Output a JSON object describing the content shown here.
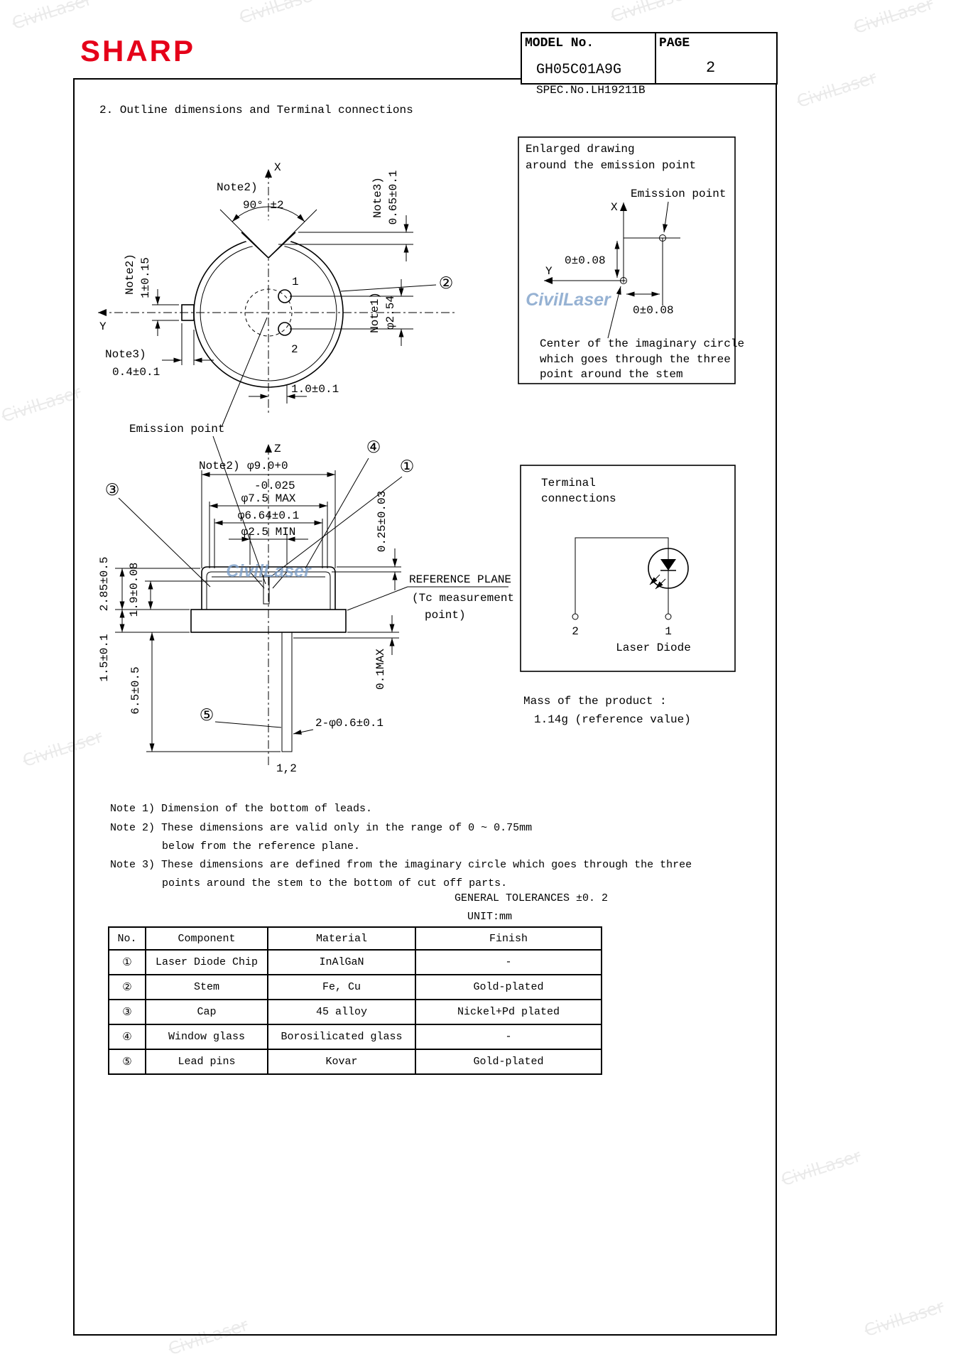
{
  "header": {
    "brand": "SHARP",
    "model_label": "MODEL No.",
    "model_value": "GH05C01A9G",
    "page_label": "PAGE",
    "page_value": "2",
    "spec": "SPEC.No.LH19211B"
  },
  "section_title": "2. Outline dimensions and Terminal connections",
  "watermark": "CivilLaser",
  "top_view": {
    "axis_x": "X",
    "axis_y": "Y",
    "angle_note": "Note2)",
    "angle": "90° ±2",
    "note3_right": "Note3)",
    "dim_top_offset": "0.65±0.1",
    "note1": "Note1)",
    "dim_pin_circle": "φ2.54",
    "note2_left": "Note2)",
    "dim_tab": "1±0.15",
    "note3_cut": "Note3)",
    "dim_cut": "0.4±0.1",
    "dim_notch": "1.0±0.1",
    "emission_label": "Emission point",
    "pin1": "1",
    "pin2": "2",
    "callout_stem": "②"
  },
  "enlarged": {
    "title1": "Enlarged drawing",
    "title2": "around the emission point",
    "emission_label": "Emission point",
    "axis_x": "X",
    "axis_y": "Y",
    "dim_v": "0±0.08",
    "dim_h": "0±0.08",
    "cap1": "Center of the imaginary circle",
    "cap2": "which goes through the three",
    "cap3": "point around the stem"
  },
  "side_view": {
    "axis_z": "Z",
    "dia_note": "Note2)",
    "dia_outer": "φ9.0+0",
    "dia_outer_tol": "-0.025",
    "dia_cap": "φ7.5 MAX",
    "dia_glass": "φ6.64±0.1",
    "dia_aperture": "φ2.5 MIN",
    "dim_glass": "0.25±0.03",
    "dim_cap_h": "2.85±0.5",
    "dim_emis_h": "1.9±0.08",
    "dim_flange": "1.5±0.1",
    "dim_lead": "6.5±0.5",
    "dim_flat": "0.1MAX",
    "ref1": "REFERENCE PLANE",
    "ref2": "(Tc measurement",
    "ref3": "point)",
    "lead_dia": "2-φ0.6±0.1",
    "lead_label": "1,2",
    "c1": "①",
    "c3": "③",
    "c4": "④",
    "c5": "⑤"
  },
  "terminal": {
    "title1": "Terminal",
    "title2": "connections",
    "pin2": "2",
    "pin1": "1",
    "device": "Laser Diode"
  },
  "mass": {
    "l1": "Mass of the product :",
    "l2": "1.14g (reference value)"
  },
  "notes": {
    "l1": "Note 1) Dimension of the bottom of leads.",
    "l2": "Note 2) These dimensions are valid only in the range of 0 ~ 0.75mm",
    "l3": "below from the reference plane.",
    "l4": "Note 3) These dimensions are defined from the imaginary circle which goes through the three",
    "l5": "points around the stem to the bottom of cut off parts.",
    "tolerance": "GENERAL TOLERANCES ±0. 2",
    "unit": "UNIT:mm"
  },
  "table": {
    "headers": [
      "No.",
      "Component",
      "Material",
      "Finish"
    ],
    "rows": [
      [
        "①",
        "Laser Diode Chip",
        "InAlGaN",
        "-"
      ],
      [
        "②",
        "Stem",
        "Fe, Cu",
        "Gold-plated"
      ],
      [
        "③",
        "Cap",
        "45 alloy",
        "Nickel+Pd plated"
      ],
      [
        "④",
        "Window glass",
        "Borosilicated glass",
        "-"
      ],
      [
        "⑤",
        "Lead pins",
        "Kovar",
        "Gold-plated"
      ]
    ]
  }
}
